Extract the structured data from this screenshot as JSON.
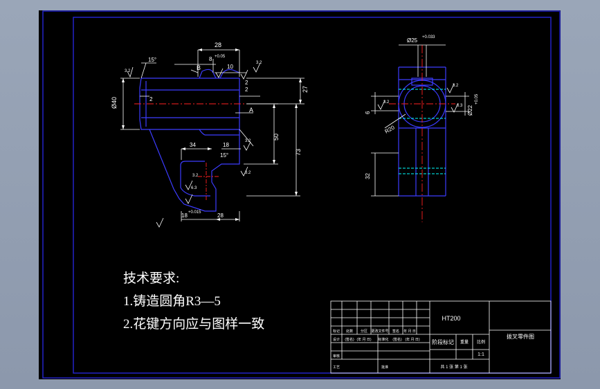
{
  "colors": {
    "bg": "#000000",
    "frame": "#2323c8",
    "outline": "#3c3cff",
    "dim": "#ffffff",
    "center": "#ff2020",
    "hidden": "#00ffff",
    "note": "#ffff00"
  },
  "left_view": {
    "dims": {
      "d28_top": "28",
      "d8_fit": "8",
      "d8_fit_tol": "+0.05",
      "d10": "10",
      "angle15_top": "15°",
      "dia40": "Ø40",
      "d2_a": "2",
      "d2_b": "2",
      "d2_c": "2",
      "d27": "27",
      "d50": "50",
      "d73": "73",
      "d34": "34",
      "d18_mid": "18",
      "angle15_mid": "15°",
      "d18_bottom": "18",
      "d18_tol": "+0.015",
      "d28_bottom": "28",
      "rough_32_a": "3.2",
      "rough_32_b": "3.2",
      "rough_32_c": "3.2",
      "rough_32_d": "3.2",
      "rough_32_e": "3.2",
      "rough_64": "6.3"
    },
    "labels": {
      "datum_b": "B",
      "datum_a": "A"
    }
  },
  "right_view": {
    "dims": {
      "dia25_top": "Ø25",
      "dia25_tol": "+0.033",
      "d6": "6",
      "dia22": "Ø22",
      "dia22_tol": "+0.05",
      "r20": "R20",
      "d32": "32",
      "rough_a": "3.2",
      "rough_b": "6.3",
      "rough_c": "3.2"
    }
  },
  "notes": {
    "title": "技术要求:",
    "line1": "1.铸造圆角R3—5",
    "line2": "2.花键方向应与图样一致"
  },
  "title_block": {
    "material": "HT200",
    "part_name": "拨叉零件图",
    "stage_label": "阶段标记",
    "weight_label": "重量",
    "scale_label": "比例",
    "scale": "1:1",
    "sheets": "共 1 张   第 1 张",
    "row1": [
      "标记",
      "处数",
      "分区",
      "更改文件号",
      "签名",
      "年 月 日"
    ],
    "row2": [
      "设计",
      "(签名)",
      "(年 月 日)",
      "标准化",
      "(签名)",
      "(年 月 日)"
    ],
    "review_label": "审核",
    "craft_label": "工艺",
    "approve_label": "批准"
  }
}
